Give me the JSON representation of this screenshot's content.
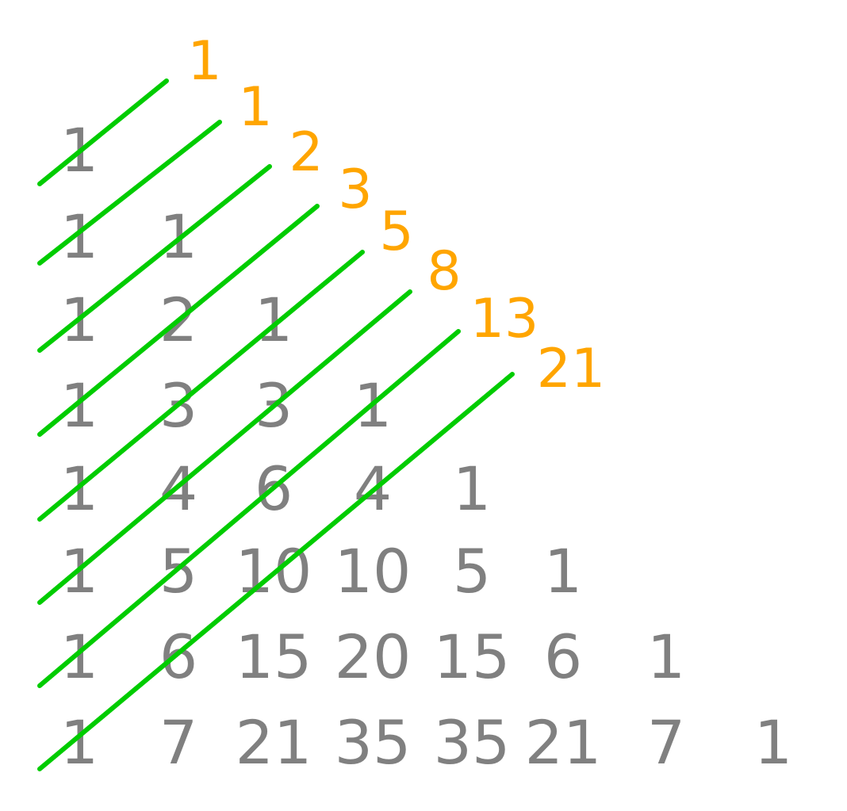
{
  "colors": {
    "numbers": "#808080",
    "fibonacci": "#ffa500",
    "diagonals": "#00cc00"
  },
  "pascal_rows": [
    [
      "1"
    ],
    [
      "1",
      "1"
    ],
    [
      "1",
      "2",
      "1"
    ],
    [
      "1",
      "3",
      "3",
      "1"
    ],
    [
      "1",
      "4",
      "6",
      "4",
      "1"
    ],
    [
      "1",
      "5",
      "10",
      "10",
      "5",
      "1"
    ],
    [
      "1",
      "6",
      "15",
      "20",
      "15",
      "6",
      "1"
    ],
    [
      "1",
      "7",
      "21",
      "35",
      "35",
      "21",
      "7",
      "1"
    ]
  ],
  "fibonacci": [
    "1",
    "1",
    "2",
    "3",
    "5",
    "8",
    "13",
    "21"
  ]
}
